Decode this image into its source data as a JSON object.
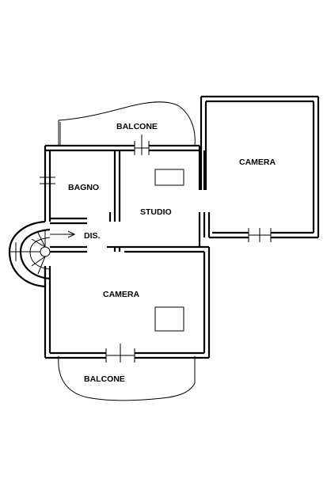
{
  "rooms": {
    "balcony_top": "BALCONE",
    "bathroom": "BAGNO",
    "study": "STUDIO",
    "bedroom_right": "CAMERA",
    "hallway": "DIS.",
    "bedroom_main": "CAMERA",
    "balcony_bottom": "BALCONE"
  }
}
